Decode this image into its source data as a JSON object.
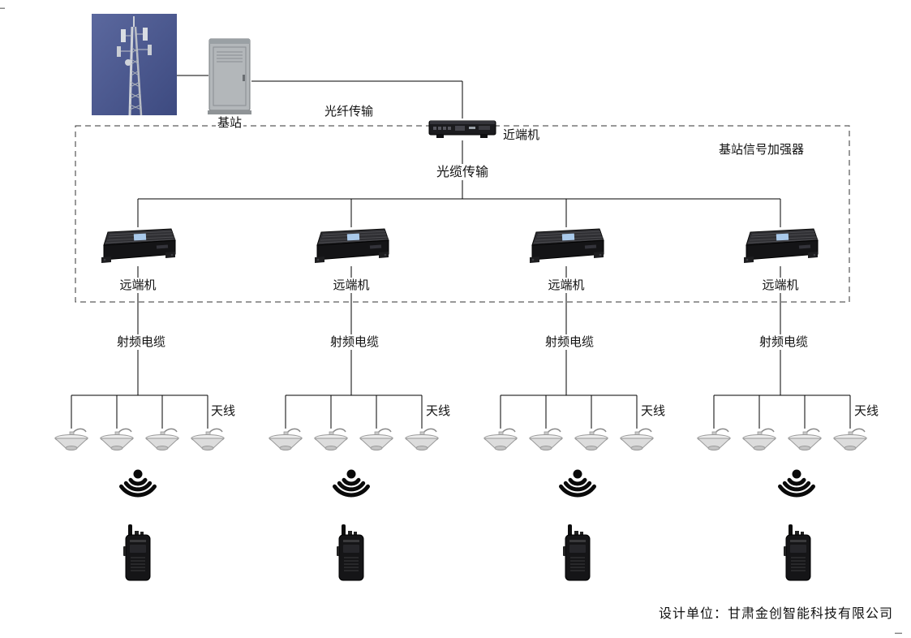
{
  "diagram": {
    "base_station_label": "基站",
    "fiber_link_label": "光纤传输",
    "near_end_unit_label": "近端机",
    "booster_region_label": "基站信号加强器",
    "optical_cable_label": "光缆传输",
    "designer_credit": "设计单位：甘肃金创智能科技有限公司",
    "group_count": 4,
    "antennas_per_group": 4,
    "groups": [
      {
        "remote_unit_label": "远端机",
        "rf_cable_label": "射频电缆",
        "antenna_label": "天线"
      },
      {
        "remote_unit_label": "远端机",
        "rf_cable_label": "射频电缆",
        "antenna_label": "天线"
      },
      {
        "remote_unit_label": "远端机",
        "rf_cable_label": "射频电缆",
        "antenna_label": "天线"
      },
      {
        "remote_unit_label": "远端机",
        "rf_cable_label": "射频电缆",
        "antenna_label": "天线"
      }
    ],
    "icons": {
      "cell_tower_photo": "photo of cellular base-station mast against blue sky",
      "outdoor_cabinet": "outdoor equipment cabinet",
      "near_end_unit": "near-end optical master unit (black rack device)",
      "remote_unit": "remote repeater amplifier (black finned device with blue label)",
      "ceiling_antenna": "ceiling-mount dome antenna with pigtail cable",
      "signal_waves": "downward radiating signal waves",
      "walkie_talkie": "handheld two-way radio"
    },
    "colors": {
      "connector_line": "#000000",
      "dashed_region": "#333333",
      "device_black": "#17171a",
      "remote_label_plate": "#a9c9ea",
      "sky_blue": "#46538b",
      "background": "#ffffff"
    }
  }
}
